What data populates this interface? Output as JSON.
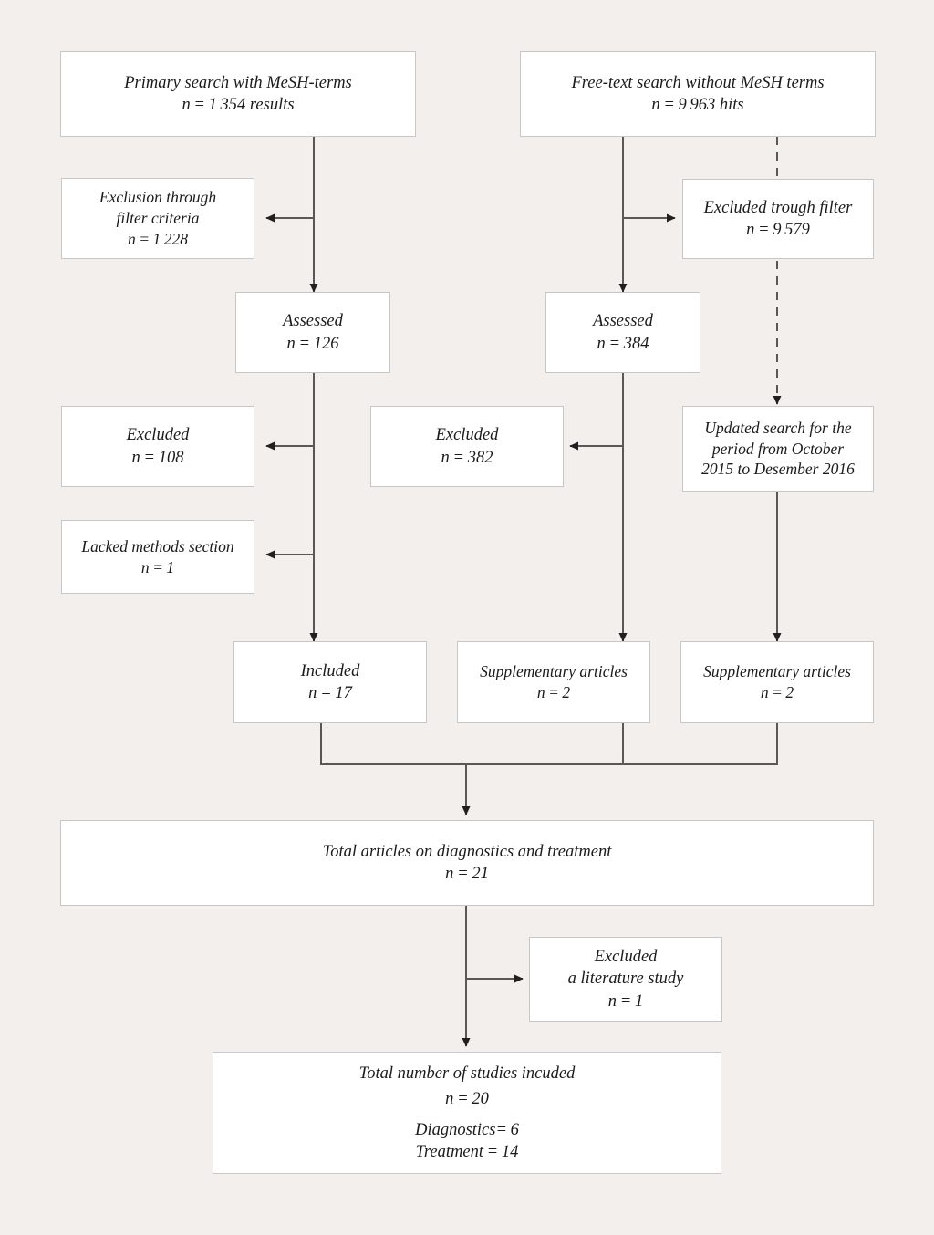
{
  "figure": {
    "type": "flowchart",
    "title": "Literature search flow diagram",
    "background_color": "#f2efed",
    "node_fill": "#ffffff",
    "node_border": "#c9c6c4",
    "connector_color": "#5a5754"
  },
  "nodes": {
    "primary_search": {
      "lines": [
        "Primary search with MeSH-terms",
        "n = 1 354 results"
      ]
    },
    "freetext_search": {
      "lines": [
        "Free-text search without MeSH terms",
        "n = 9 963 hits"
      ]
    },
    "exclusion_filter_left": {
      "lines": [
        "Exclusion through",
        "filter criteria",
        "n = 1 228"
      ]
    },
    "excluded_filter_right": {
      "lines": [
        "Excluded trough filter",
        "n = 9 579"
      ]
    },
    "assessed_left": {
      "lines": [
        "Assessed",
        "n = 126"
      ]
    },
    "assessed_mid": {
      "lines": [
        "Assessed",
        "n = 384"
      ]
    },
    "excluded_left": {
      "lines": [
        "Excluded",
        "n = 108"
      ]
    },
    "excluded_mid": {
      "lines": [
        "Excluded",
        "n = 382"
      ]
    },
    "updated_search": {
      "lines": [
        "Updated search for the",
        "period from October",
        "2015 to Desember 2016"
      ]
    },
    "lacked_methods": {
      "lines": [
        "Lacked methods section",
        "n = 1"
      ]
    },
    "included": {
      "lines": [
        "Included",
        "n = 17"
      ]
    },
    "supplementary_mid": {
      "lines": [
        "Supplementary articles",
        "n = 2"
      ]
    },
    "supplementary_right": {
      "lines": [
        "Supplementary articles",
        "n = 2"
      ]
    },
    "total_articles": {
      "lines": [
        "Total articles on diagnostics and treatment",
        "n = 21"
      ]
    },
    "excluded_literature": {
      "lines": [
        "Excluded",
        "a literature study",
        "n = 1"
      ]
    },
    "total_included": {
      "lines": [
        "Total number of studies incuded",
        "n = 20",
        "Diagnostics= 6",
        "Treatment = 14"
      ]
    }
  },
  "chart_data": {
    "type": "flowchart",
    "nodes": [
      {
        "id": "primary_search",
        "label": "Primary search with MeSH-terms",
        "n": 1354,
        "n_unit": "results"
      },
      {
        "id": "freetext_search",
        "label": "Free-text search without MeSH terms",
        "n": 9963,
        "n_unit": "hits"
      },
      {
        "id": "exclusion_filter_left",
        "label": "Exclusion through filter criteria",
        "n": 1228
      },
      {
        "id": "excluded_filter_right",
        "label": "Excluded trough filter",
        "n": 9579
      },
      {
        "id": "assessed_left",
        "label": "Assessed",
        "n": 126
      },
      {
        "id": "assessed_mid",
        "label": "Assessed",
        "n": 384
      },
      {
        "id": "excluded_left",
        "label": "Excluded",
        "n": 108
      },
      {
        "id": "excluded_mid",
        "label": "Excluded",
        "n": 382
      },
      {
        "id": "updated_search",
        "label": "Updated search for the period from October 2015 to Desember 2016",
        "n": null
      },
      {
        "id": "lacked_methods",
        "label": "Lacked methods section",
        "n": 1
      },
      {
        "id": "included",
        "label": "Included",
        "n": 17
      },
      {
        "id": "supplementary_mid",
        "label": "Supplementary articles",
        "n": 2
      },
      {
        "id": "supplementary_right",
        "label": "Supplementary articles",
        "n": 2
      },
      {
        "id": "total_articles",
        "label": "Total articles on diagnostics and treatment",
        "n": 21
      },
      {
        "id": "excluded_literature",
        "label": "Excluded a literature study",
        "n": 1
      },
      {
        "id": "total_included",
        "label": "Total number of studies incuded",
        "n": 20,
        "diagnostics": 6,
        "treatment": 14
      }
    ],
    "edges": [
      {
        "from": "primary_search",
        "to": "exclusion_filter_left",
        "style": "solid"
      },
      {
        "from": "primary_search",
        "to": "assessed_left",
        "style": "solid"
      },
      {
        "from": "freetext_search",
        "to": "excluded_filter_right",
        "style": "solid"
      },
      {
        "from": "freetext_search",
        "to": "assessed_mid",
        "style": "solid"
      },
      {
        "from": "freetext_search",
        "to": "updated_search",
        "style": "dashed"
      },
      {
        "from": "assessed_left",
        "to": "excluded_left",
        "style": "solid"
      },
      {
        "from": "assessed_left",
        "to": "lacked_methods",
        "style": "solid"
      },
      {
        "from": "assessed_left",
        "to": "included",
        "style": "solid"
      },
      {
        "from": "assessed_mid",
        "to": "excluded_mid",
        "style": "solid"
      },
      {
        "from": "assessed_mid",
        "to": "supplementary_mid",
        "style": "solid"
      },
      {
        "from": "updated_search",
        "to": "supplementary_right",
        "style": "solid"
      },
      {
        "from": "included",
        "to": "total_articles",
        "style": "solid"
      },
      {
        "from": "supplementary_mid",
        "to": "total_articles",
        "style": "solid"
      },
      {
        "from": "supplementary_right",
        "to": "total_articles",
        "style": "solid"
      },
      {
        "from": "total_articles",
        "to": "excluded_literature",
        "style": "solid"
      },
      {
        "from": "total_articles",
        "to": "total_included",
        "style": "solid"
      }
    ]
  }
}
